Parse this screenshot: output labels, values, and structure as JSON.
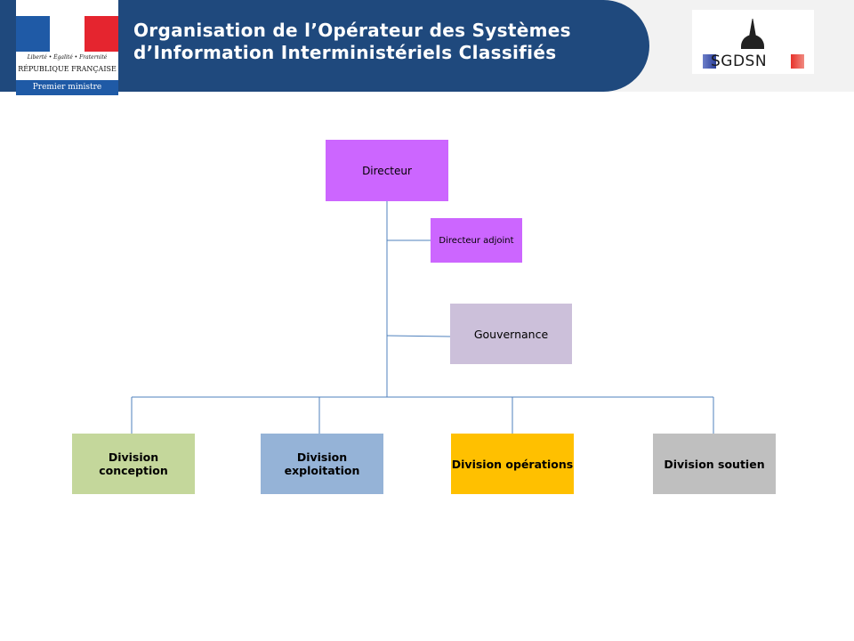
{
  "header": {
    "title_line1": "Organisation de l’Opérateur des Systèmes",
    "title_line2": "d’Information Interministériels Classifiés",
    "logo_left": {
      "motto": "Liberté • Égalité • Fraternité",
      "republic": "RÉPUBLIQUE FRANÇAISE",
      "ministry": "Premier ministre"
    },
    "logo_right": {
      "text": "SGDSN"
    }
  },
  "chart": {
    "directeur": "Directeur",
    "adjoint": "Directeur adjoint",
    "gouvernance": "Gouvernance",
    "divisions": [
      "Division conception",
      "Division exploitation",
      "Division opérations",
      "Division soutien"
    ]
  },
  "colors": {
    "directeur": "#cc66ff",
    "gouvernance": "#ccc0da",
    "conception": "#c4d79b",
    "exploitation": "#95b3d7",
    "operations": "#ffc000",
    "soutien": "#bfbfbf",
    "connector": "#4f81bd",
    "header": "#1f497d"
  }
}
